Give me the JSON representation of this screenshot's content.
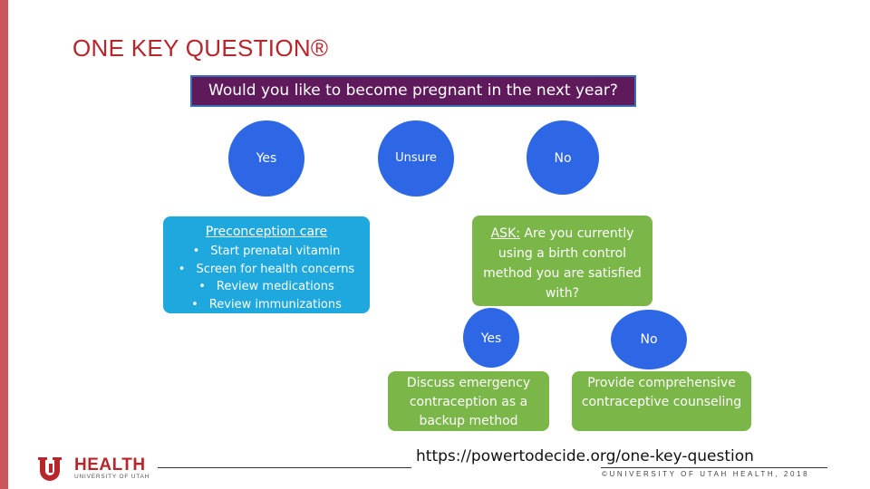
{
  "title": "ONE KEY QUESTION®",
  "question": "Would you like to become pregnant in the next year?",
  "answers": {
    "yes": "Yes",
    "unsure": "Unsure",
    "no": "No"
  },
  "preconception": {
    "heading": "Preconception care",
    "items": [
      "Start prenatal vitamin",
      "Screen for health concerns",
      "Review medications",
      "Review immunizations"
    ]
  },
  "ask": {
    "prefix": "ASK:",
    "text": " Are you currently using a birth control method you are satisfied with?"
  },
  "followup": {
    "yes": "Yes",
    "no": "No"
  },
  "outcomes": {
    "yes": "Discuss emergency contraception as a backup method",
    "no": "Provide comprehensive contraceptive counseling"
  },
  "url": "https://powertodecide.org/one-key-question",
  "footer": {
    "logo_word": "HEALTH",
    "logo_sub": "UNIVERSITY OF UTAH",
    "copyright": "©UNIVERSITY OF UTAH HEALTH, 2018"
  },
  "colors": {
    "accent_red": "#b8262c",
    "question_bg": "#5f1a5c",
    "circle_blue": "#2e67e6",
    "box_blue": "#1ea8de",
    "box_green": "#7ab648"
  }
}
